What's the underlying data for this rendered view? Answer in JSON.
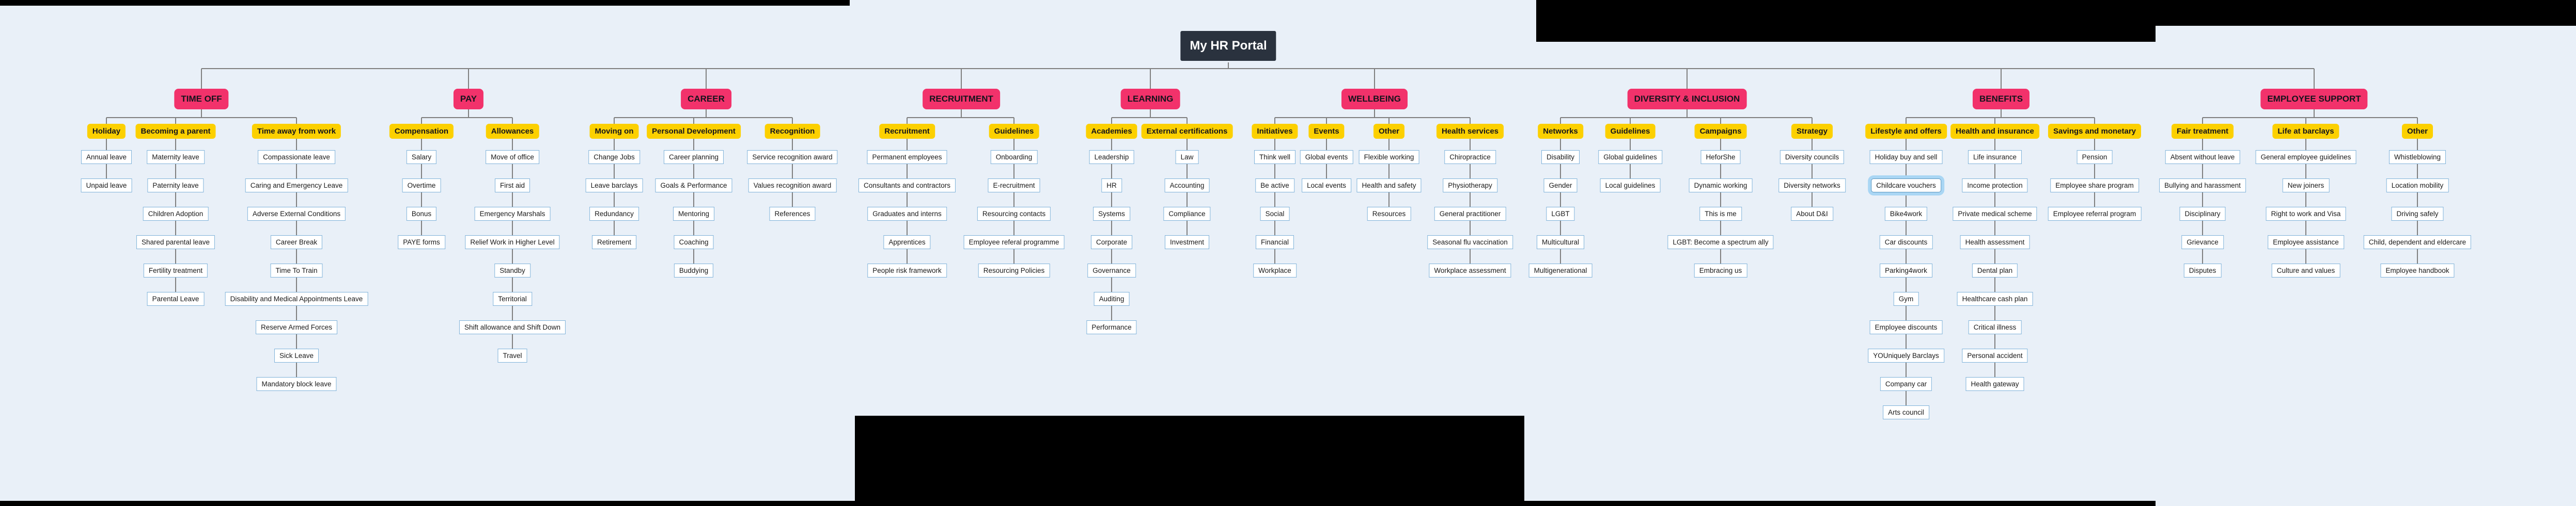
{
  "root": {
    "label": "My HR Portal"
  },
  "colors": {
    "background": "#E9F0F8",
    "root_bg": "#2A323E",
    "branch_bg": "#F2326B",
    "group_bg": "#FCD000",
    "leaf_border": "#7FB2D9",
    "selection_halo": "#A9D6F4",
    "connector": "#7F7F7F",
    "redaction": "#000000"
  },
  "branches": [
    {
      "label": "TIME OFF",
      "groups": [
        {
          "label": "Holiday",
          "items": [
            {
              "label": "Annual leave"
            },
            {
              "label": "Unpaid leave"
            }
          ]
        },
        {
          "label": "Becoming a parent",
          "items": [
            {
              "label": "Maternity leave"
            },
            {
              "label": "Paternity leave"
            },
            {
              "label": "Children Adoption"
            },
            {
              "label": "Shared parental leave"
            },
            {
              "label": "Fertility treatment"
            },
            {
              "label": "Parental Leave"
            }
          ]
        },
        {
          "label": "Time away from work",
          "items": [
            {
              "label": "Compassionate leave"
            },
            {
              "label": "Caring and Emergency Leave"
            },
            {
              "label": "Adverse External Conditions"
            },
            {
              "label": "Career Break"
            },
            {
              "label": "Time To Train"
            },
            {
              "label": "Disability and Medical Appointments Leave"
            },
            {
              "label": "Reserve Armed Forces"
            },
            {
              "label": "Sick Leave"
            },
            {
              "label": "Mandatory block leave"
            }
          ]
        }
      ]
    },
    {
      "label": "PAY",
      "groups": [
        {
          "label": "Compensation",
          "items": [
            {
              "label": "Salary"
            },
            {
              "label": "Overtime"
            },
            {
              "label": "Bonus"
            },
            {
              "label": "PAYE forms"
            }
          ]
        },
        {
          "label": "Allowances",
          "items": [
            {
              "label": "Move of office"
            },
            {
              "label": "First aid"
            },
            {
              "label": "Emergency Marshals"
            },
            {
              "label": "Relief Work in Higher Level"
            },
            {
              "label": "Standby"
            },
            {
              "label": "Territorial"
            },
            {
              "label": "Shift allowance and Shift Down"
            },
            {
              "label": "Travel"
            }
          ]
        }
      ]
    },
    {
      "label": "CAREER",
      "groups": [
        {
          "label": "Moving on",
          "items": [
            {
              "label": "Change Jobs"
            },
            {
              "label": "Leave barclays"
            },
            {
              "label": "Redundancy"
            },
            {
              "label": "Retirement"
            }
          ]
        },
        {
          "label": "Personal Development",
          "items": [
            {
              "label": "Career planning"
            },
            {
              "label": "Goals & Performance"
            },
            {
              "label": "Mentoring"
            },
            {
              "label": "Coaching"
            },
            {
              "label": "Buddying"
            }
          ]
        },
        {
          "label": "Recognition",
          "items": [
            {
              "label": "Service recognition award"
            },
            {
              "label": "Values recognition award"
            },
            {
              "label": "References"
            }
          ]
        }
      ]
    },
    {
      "label": "RECRUITMENT",
      "groups": [
        {
          "label": "Recruitment",
          "items": [
            {
              "label": "Permanent employees"
            },
            {
              "label": "Consultants and contractors"
            },
            {
              "label": "Graduates and interns"
            },
            {
              "label": "Apprentices"
            },
            {
              "label": "People risk framework"
            }
          ]
        },
        {
          "label": "Guidelines",
          "items": [
            {
              "label": "Onboarding"
            },
            {
              "label": "E-recruitment"
            },
            {
              "label": "Resourcing contacts"
            },
            {
              "label": "Employee referal programme"
            },
            {
              "label": "Resourcing Policies"
            }
          ]
        }
      ]
    },
    {
      "label": "LEARNING",
      "groups": [
        {
          "label": "Academies",
          "items": [
            {
              "label": "Leadership"
            },
            {
              "label": "HR"
            },
            {
              "label": "Systems"
            },
            {
              "label": "Corporate"
            },
            {
              "label": "Governance"
            },
            {
              "label": "Auditing"
            },
            {
              "label": "Performance"
            }
          ]
        },
        {
          "label": "External certifications",
          "items": [
            {
              "label": "Law"
            },
            {
              "label": "Accounting"
            },
            {
              "label": "Compliance"
            },
            {
              "label": "Investment"
            }
          ]
        }
      ]
    },
    {
      "label": "WELLBEING",
      "groups": [
        {
          "label": "Initiatives",
          "items": [
            {
              "label": "Think well"
            },
            {
              "label": "Be active"
            },
            {
              "label": "Social"
            },
            {
              "label": "Financial"
            },
            {
              "label": "Workplace"
            }
          ]
        },
        {
          "label": "Events",
          "items": [
            {
              "label": "Global events"
            },
            {
              "label": "Local events"
            }
          ]
        },
        {
          "label": "Other",
          "items": [
            {
              "label": "Flexible working"
            },
            {
              "label": "Health and safety"
            },
            {
              "label": "Resources"
            }
          ]
        },
        {
          "label": "Health services",
          "items": [
            {
              "label": "Chiropractice"
            },
            {
              "label": "Physiotherapy"
            },
            {
              "label": "General practitioner"
            },
            {
              "label": "Seasonal flu vaccination"
            },
            {
              "label": "Workplace assessment"
            }
          ]
        }
      ]
    },
    {
      "label": "DIVERSITY & INCLUSION",
      "groups": [
        {
          "label": "Networks",
          "items": [
            {
              "label": "Disability"
            },
            {
              "label": "Gender"
            },
            {
              "label": "LGBT"
            },
            {
              "label": "Multicultural"
            },
            {
              "label": "Multigenerational"
            }
          ]
        },
        {
          "label": "Guidelines",
          "items": [
            {
              "label": "Global guidelines"
            },
            {
              "label": "Local guidelines"
            }
          ]
        },
        {
          "label": "Campaigns",
          "items": [
            {
              "label": "HeforShe"
            },
            {
              "label": "Dynamic working"
            },
            {
              "label": "This is me"
            },
            {
              "label": "LGBT: Become a spectrum ally"
            },
            {
              "label": "Embracing us"
            }
          ]
        },
        {
          "label": "Strategy",
          "items": [
            {
              "label": "Diversity councils"
            },
            {
              "label": "Diversity networks"
            },
            {
              "label": "About D&I"
            }
          ]
        }
      ]
    },
    {
      "label": "BENEFITS",
      "groups": [
        {
          "label": "Lifestyle and offers",
          "items": [
            {
              "label": "Holiday buy and sell"
            },
            {
              "label": "Childcare vouchers",
              "selected": true
            },
            {
              "label": "Bike4work"
            },
            {
              "label": "Car discounts"
            },
            {
              "label": "Parking4work"
            },
            {
              "label": "Gym"
            },
            {
              "label": "Employee discounts"
            },
            {
              "label": "YOUniquely Barclays"
            },
            {
              "label": "Company car"
            },
            {
              "label": "Arts council"
            }
          ]
        },
        {
          "label": "Health and insurance",
          "items": [
            {
              "label": "Life insurance"
            },
            {
              "label": "Income protection"
            },
            {
              "label": "Private medical scheme"
            },
            {
              "label": "Health assessment"
            },
            {
              "label": "Dental plan"
            },
            {
              "label": "Healthcare cash plan"
            },
            {
              "label": "Critical illness"
            },
            {
              "label": "Personal accident"
            },
            {
              "label": "Health gateway"
            }
          ]
        },
        {
          "label": "Savings and monetary",
          "items": [
            {
              "label": "Pension"
            },
            {
              "label": "Employee share program"
            },
            {
              "label": "Employee referral program"
            }
          ]
        }
      ]
    },
    {
      "label": "EMPLOYEE SUPPORT",
      "groups": [
        {
          "label": "Fair treatment",
          "items": [
            {
              "label": "Absent without leave"
            },
            {
              "label": "Bullying and harassment"
            },
            {
              "label": "Disciplinary"
            },
            {
              "label": "Grievance"
            },
            {
              "label": "Disputes"
            }
          ]
        },
        {
          "label": "Life at barclays",
          "items": [
            {
              "label": "General employee guidelines"
            },
            {
              "label": "New joiners"
            },
            {
              "label": "Right to work and Visa"
            },
            {
              "label": "Employee assistance"
            },
            {
              "label": "Culture and values"
            }
          ]
        },
        {
          "label": "Other",
          "items": [
            {
              "label": "Whistleblowing"
            },
            {
              "label": "Location mobility"
            },
            {
              "label": "Driving safely"
            },
            {
              "label": "Child, dependent and eldercare"
            },
            {
              "label": "Employee handbook"
            }
          ]
        }
      ]
    }
  ]
}
